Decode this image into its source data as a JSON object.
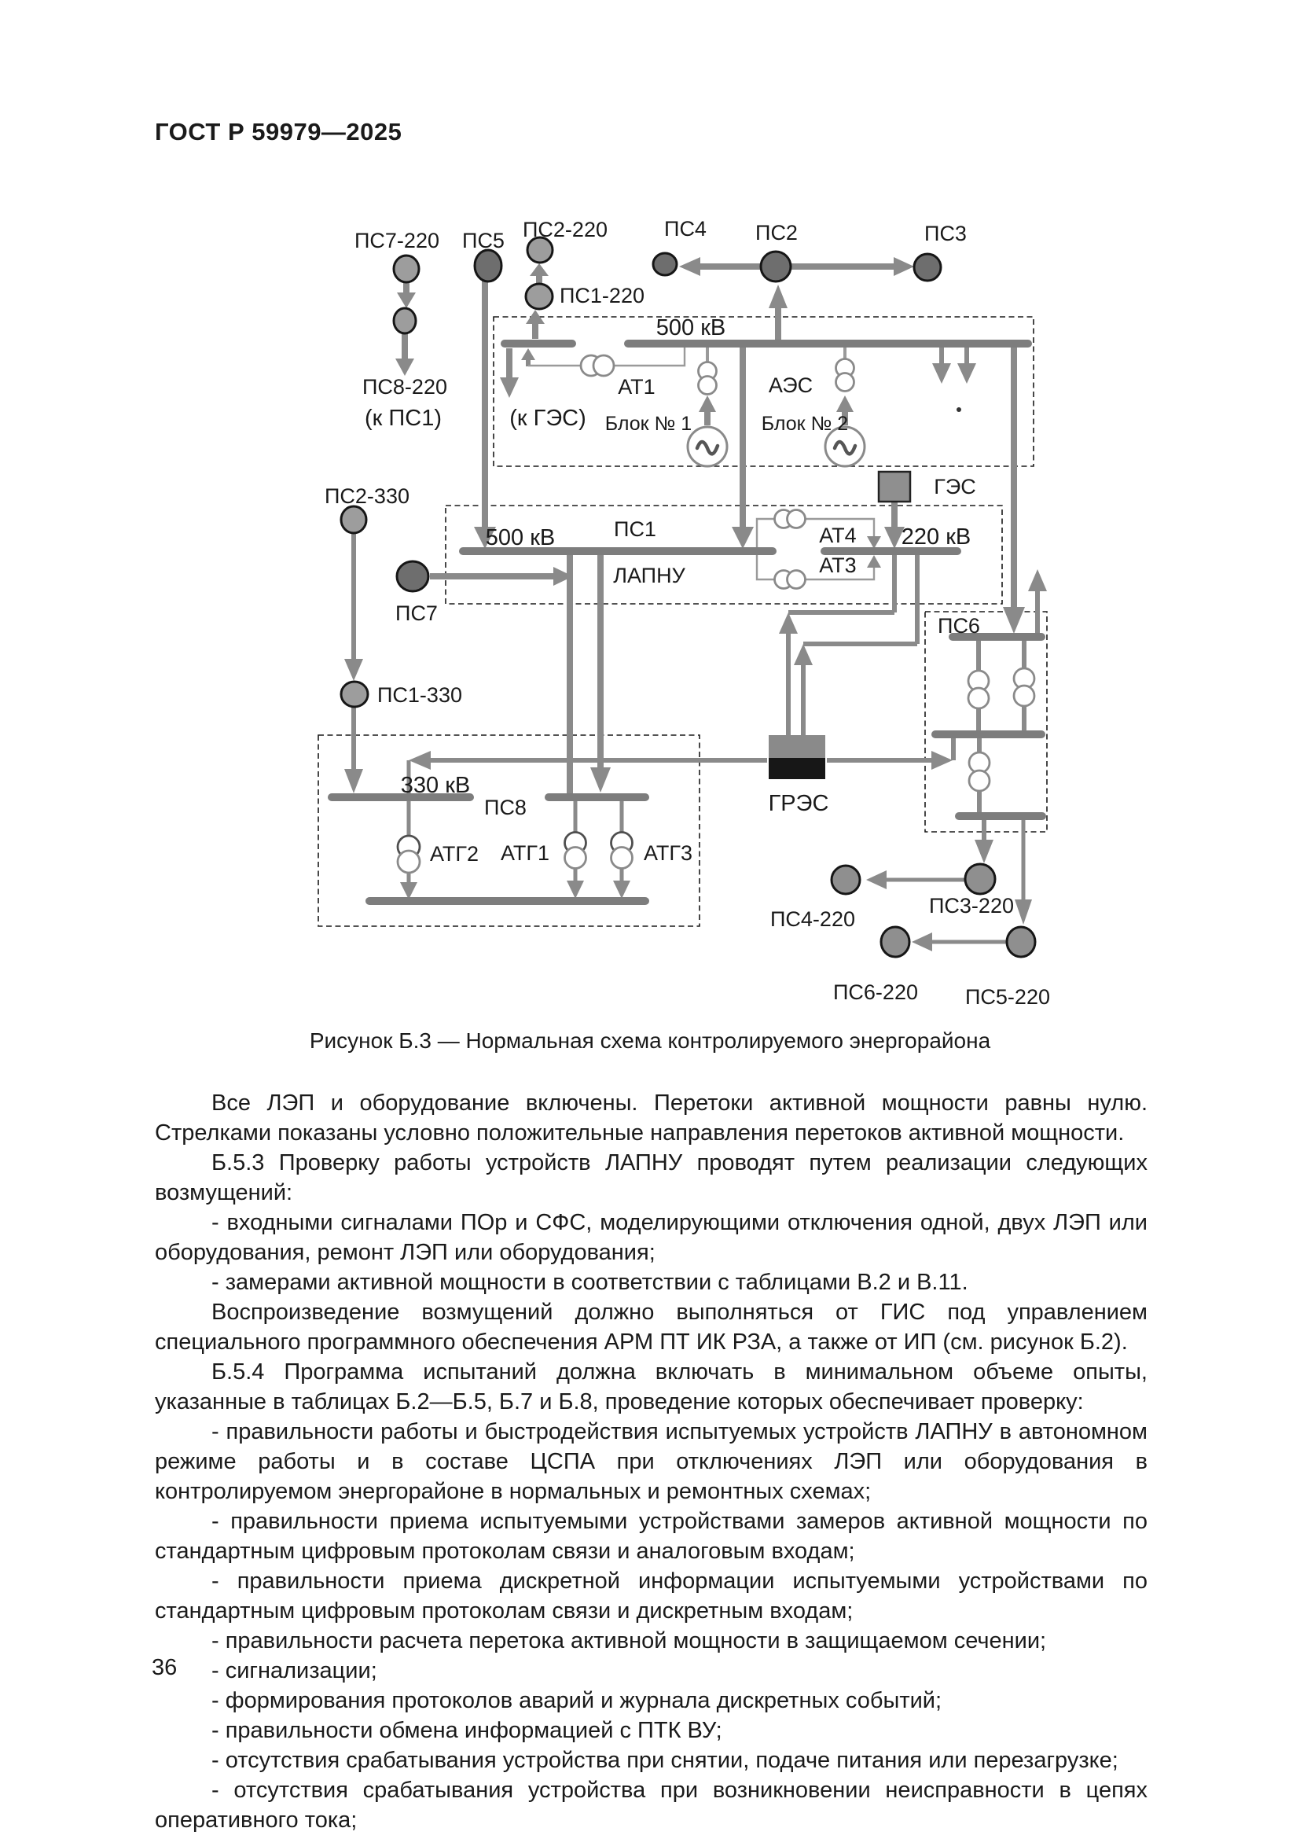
{
  "page": {
    "header": "ГОСТ Р 59979—2025",
    "page_number": "36"
  },
  "figure": {
    "caption": "Рисунок Б.3 — Нормальная схема контролируемого энергорайона"
  },
  "diagram": {
    "labels": {
      "ps7_220": "ПС7-220",
      "ps5": "ПС5",
      "ps2_220": "ПС2-220",
      "ps1_220": "ПС1-220",
      "ps4": "ПС4",
      "ps2": "ПС2",
      "ps3": "ПС3",
      "ps8_220": "ПС8-220",
      "k_ps1": "(к ПС1)",
      "kv500_aes": "500 кВ",
      "at1": "АТ1",
      "k_ges": "(к ГЭС)",
      "blok1": "Блок № 1",
      "aes": "АЭС",
      "blok2": "Блок № 2",
      "ges": "ГЭС",
      "ps2_330": "ПС2-330",
      "kv500_ps1": "500 кВ",
      "ps1": "ПС1",
      "lapnu": "ЛАПНУ",
      "ps7": "ПС7",
      "at4": "АТ4",
      "at3": "АТ3",
      "kv220": "220 кВ",
      "ps6": "ПС6",
      "ps1_330": "ПС1-330",
      "kv330": "330 кВ",
      "ps8": "ПС8",
      "atg2": "АТГ2",
      "atg1": "АТГ1",
      "atg3": "АТГ3",
      "gres": "ГРЭС",
      "ps4_220": "ПС4-220",
      "ps3_220": "ПС3-220",
      "ps6_220": "ПС6-220",
      "ps5_220": "ПС5-220"
    }
  },
  "body": {
    "paragraphs": [
      "Все ЛЭП и оборудование включены. Перетоки активной мощности равны нулю. Стрелками показаны условно положительные направления перетоков активной мощности.",
      "Б.5.3 Проверку работы устройств ЛАПНУ проводят путем реализации следующих возмущений:",
      "- входными сигналами ПОр и СФС, моделирующими отключения одной, двух ЛЭП или оборудования, ремонт ЛЭП или оборудования;",
      "- замерами активной мощности в соответствии с таблицами В.2 и В.11.",
      "Воспроизведение возмущений должно выполняться от ГИС под управлением специального программного обеспечения АРМ ПТ ИК РЗА, а также от ИП (см. рисунок Б.2).",
      "Б.5.4 Программа испытаний должна включать в минимальном объеме опыты, указанные в таблицах Б.2—Б.5, Б.7 и Б.8, проведение которых обеспечивает проверку:",
      "- правильности работы и быстродействия испытуемых устройств ЛАПНУ в автономном режиме работы и в составе ЦСПА при отключениях ЛЭП или оборудования в контролируемом энергорайоне в нормальных и ремонтных схемах;",
      "- правильности приема испытуемыми устройствами замеров активной мощности по стандартным цифровым протоколам связи и аналоговым входам;",
      "- правильности приема дискретной информации испытуемыми устройствами по стандартным цифровым протоколам связи и дискретным входам;",
      "- правильности расчета перетока активной мощности в защищаемом сечении;",
      "- сигнализации;",
      "- формирования протоколов аварий и журнала дискретных событий;",
      "- правильности обмена информацией с ПТК ВУ;",
      "- отсутствия срабатывания устройства при снятии, подаче питания или перезагрузке;",
      "- отсутствия срабатывания устройства при возникновении неисправности в цепях оперативного тока;"
    ]
  }
}
